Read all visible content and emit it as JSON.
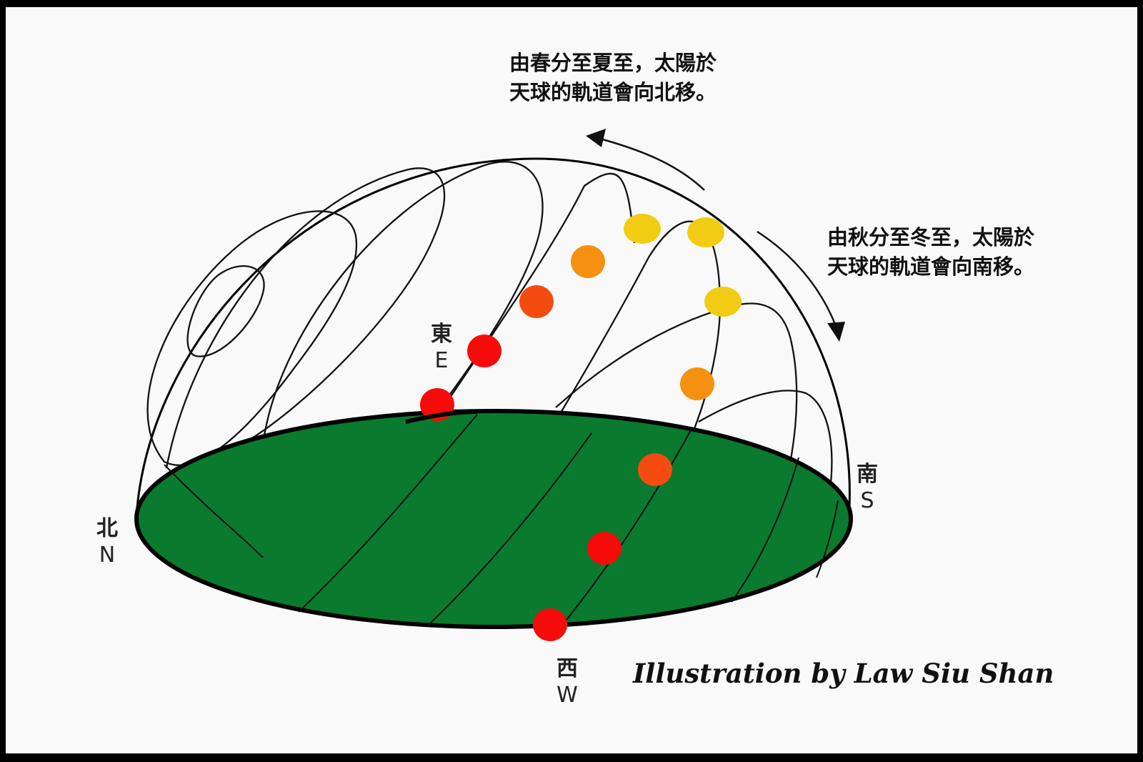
{
  "diagram": {
    "caption_north": [
      "由春分至夏至，太陽於",
      "天球的軌道會向北移。"
    ],
    "caption_south": [
      "由秋分至冬至，太陽於",
      "天球的軌道會向南移。"
    ],
    "directions": {
      "north": {
        "zh": "北",
        "en": "N"
      },
      "east": {
        "zh": "東",
        "en": "E"
      },
      "south": {
        "zh": "南",
        "en": "S"
      },
      "west": {
        "zh": "西",
        "en": "W"
      }
    },
    "credit": "Illustration by Law Siu Shan",
    "colors": {
      "ground": "#0a7a2e",
      "outline": "#000000",
      "sun_red": "#f70a0a",
      "sun_redorange": "#f44c10",
      "sun_orange": "#f59010",
      "sun_yellow": "#f2cc12",
      "background": "#f9f9f9"
    }
  }
}
